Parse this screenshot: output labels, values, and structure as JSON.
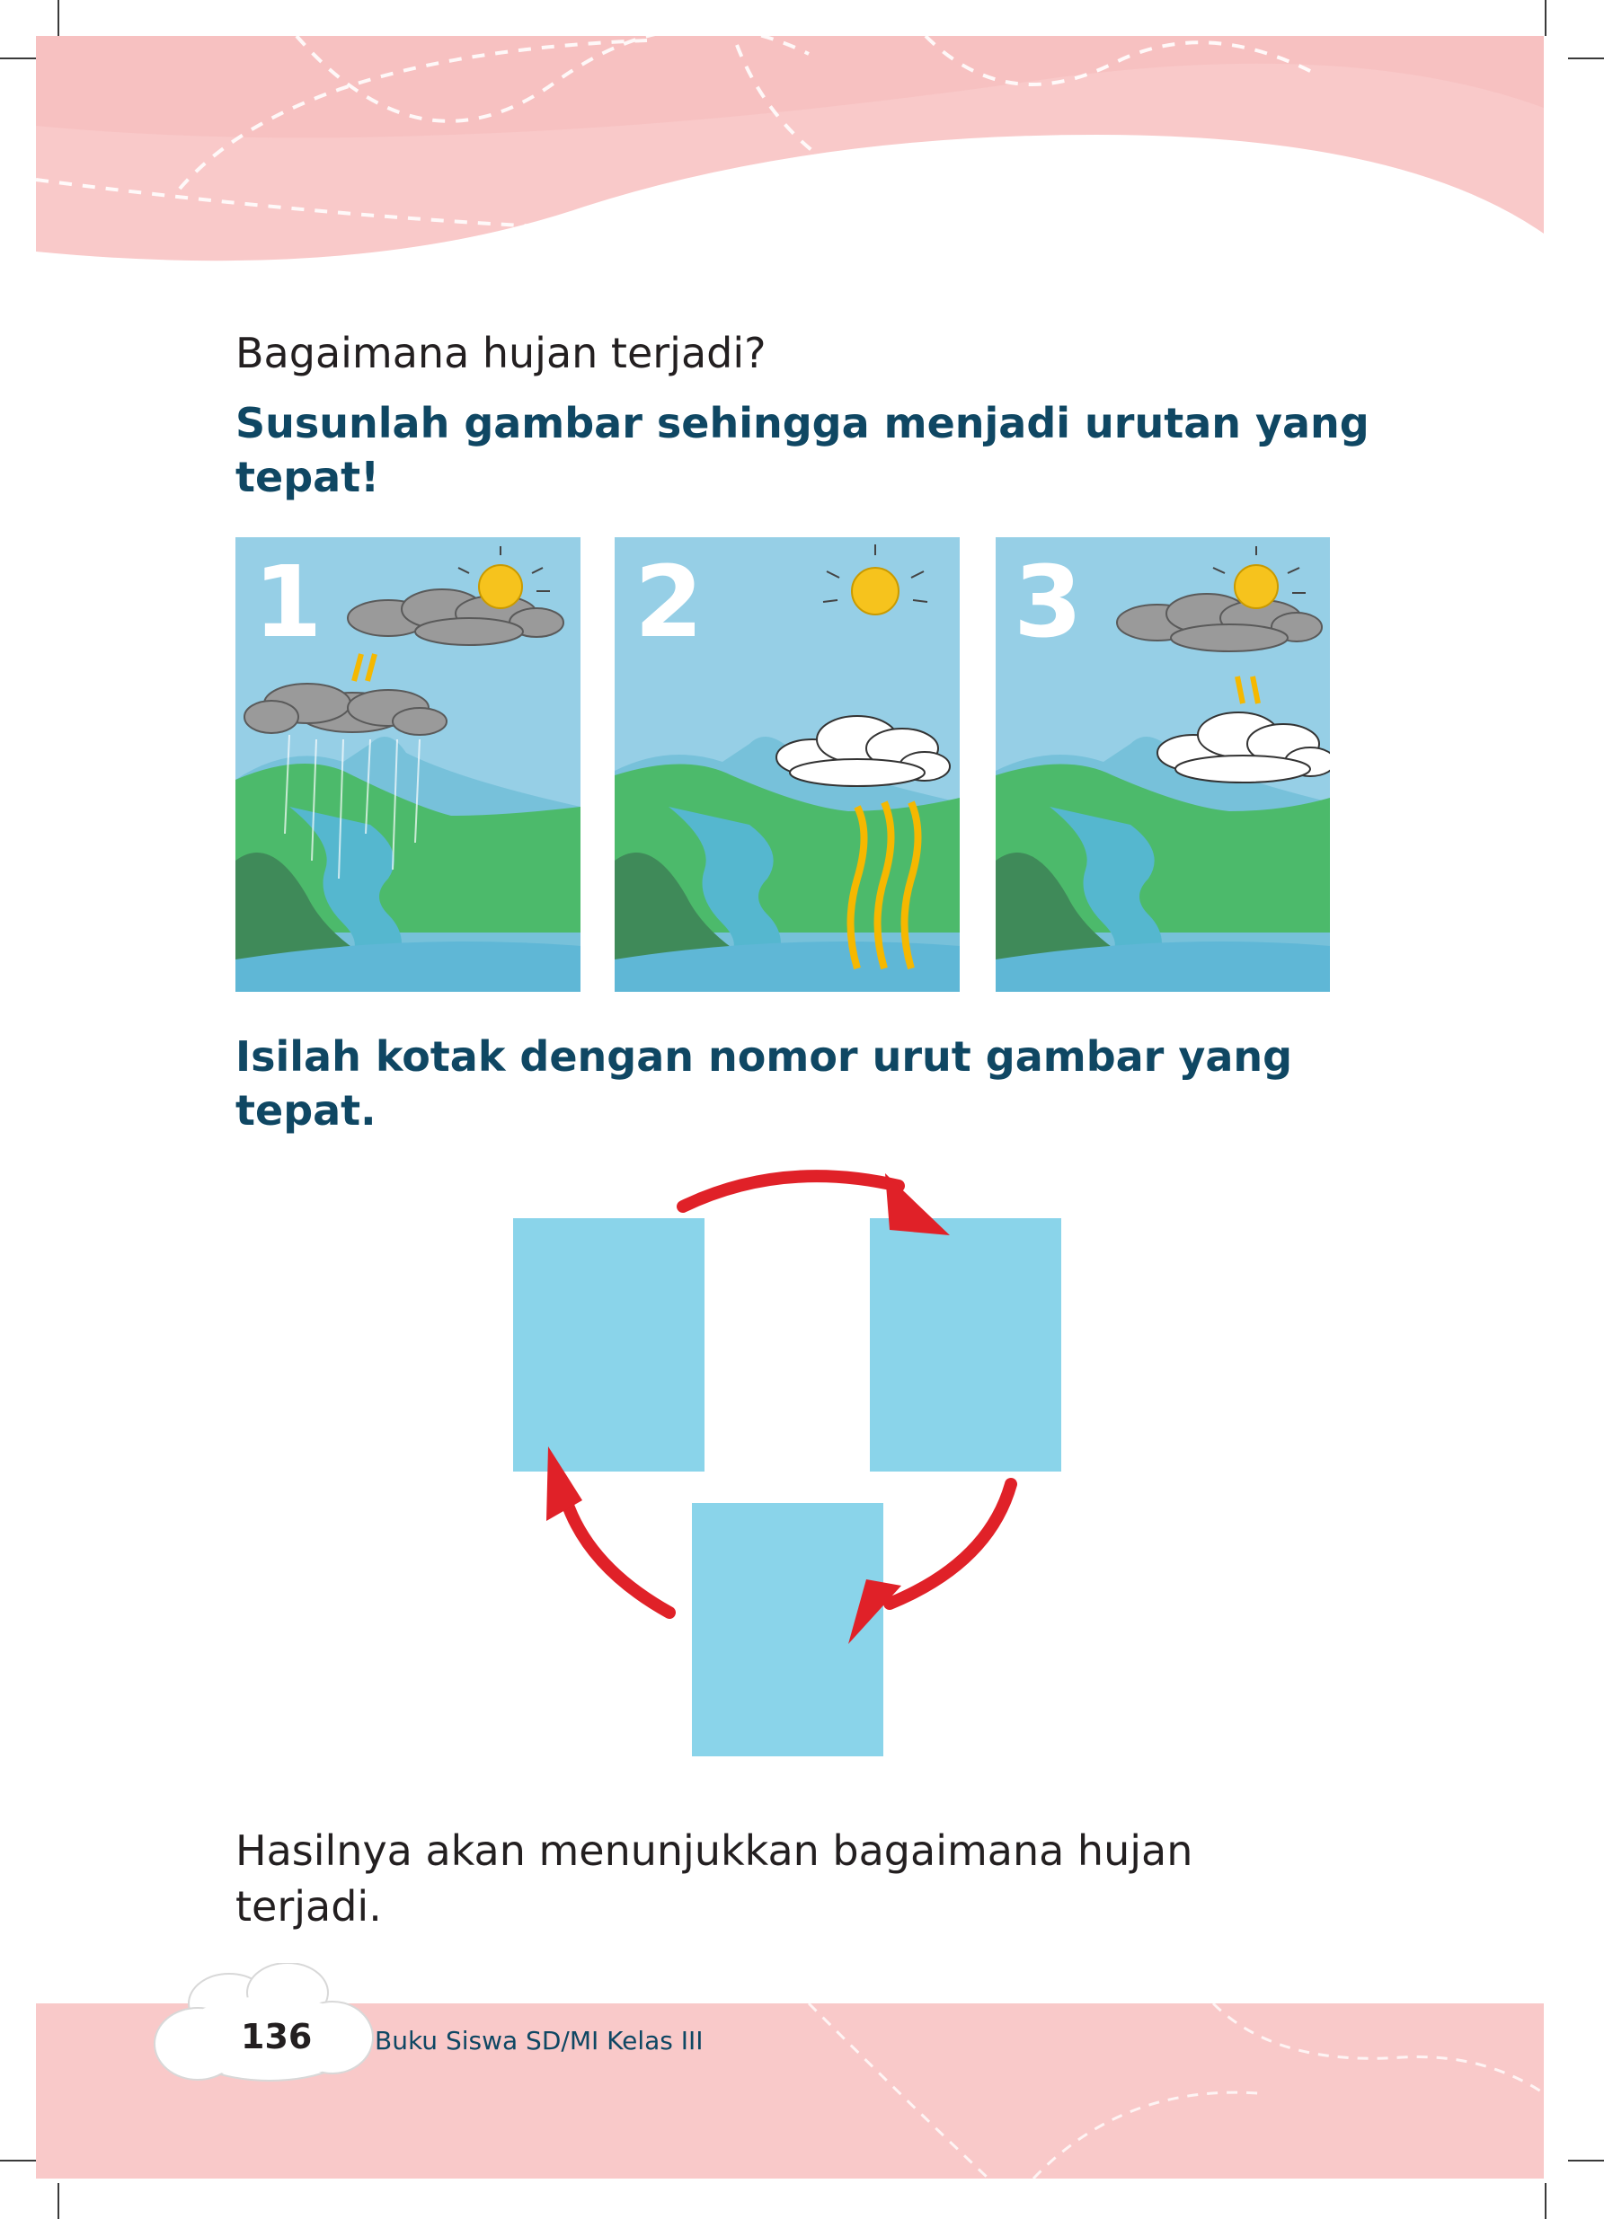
{
  "question": "Bagaimana hujan terjadi?",
  "instruction_1": [
    "Susunlah gambar sehingga menjadi urutan yang",
    "tepat!"
  ],
  "panels": [
    {
      "number": "1",
      "scene": "rain-falling"
    },
    {
      "number": "2",
      "scene": "evaporation"
    },
    {
      "number": "3",
      "scene": "condensation"
    }
  ],
  "instruction_2": [
    "Isilah kotak dengan nomor urut gambar yang",
    "tepat."
  ],
  "answer_boxes": [
    "",
    "",
    ""
  ],
  "result_text": [
    "Hasilnya akan menunjukkan bagaimana hujan",
    "terjadi."
  ],
  "footer": {
    "page_number": "136",
    "book_title": "Buku Siswa SD/MI Kelas III"
  },
  "colors": {
    "header_pink": "#f9c9c9",
    "sky": "#96cfe6",
    "answer_box": "#8ad4ea",
    "arrow": "#e02128",
    "heading": "#0f4763"
  }
}
